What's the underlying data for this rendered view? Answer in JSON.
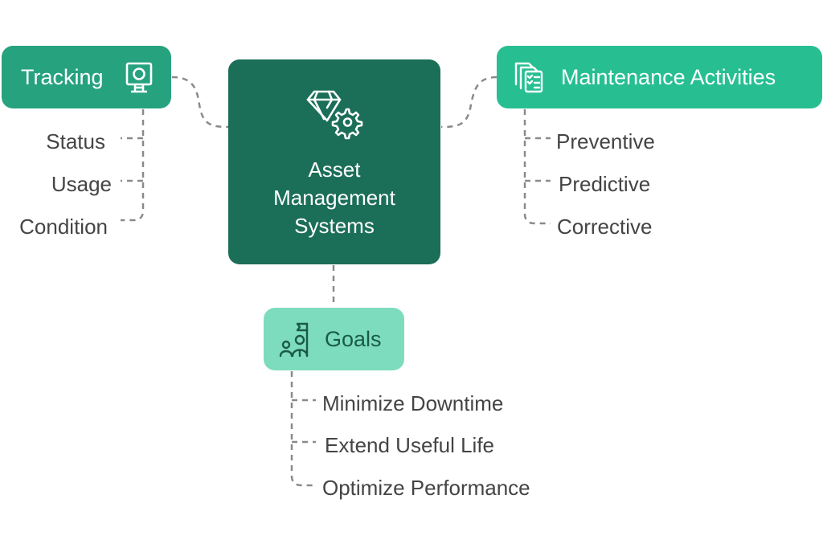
{
  "colors": {
    "center": "#1b6e57",
    "tracking": "#26a27f",
    "maintenance": "#27bf92",
    "goals": "#7ddcbe",
    "connector": "#8a8a8a",
    "label_text": "#444444",
    "goals_text": "#1b5a48"
  },
  "center": {
    "icon": "gem-gear-icon",
    "title_lines": [
      "Asset",
      "Management",
      "Systems"
    ]
  },
  "tracking": {
    "title": "Tracking",
    "icon": "monitor-icon",
    "items": [
      "Status",
      "Usage",
      "Condition"
    ]
  },
  "maintenance": {
    "title": "Maintenance Activities",
    "icon": "checklist-documents-icon",
    "items": [
      "Preventive",
      "Predictive",
      "Corrective"
    ]
  },
  "goals": {
    "title": "Goals",
    "icon": "team-flag-icon",
    "items": [
      "Minimize Downtime",
      "Extend Useful Life",
      "Optimize Performance"
    ]
  }
}
